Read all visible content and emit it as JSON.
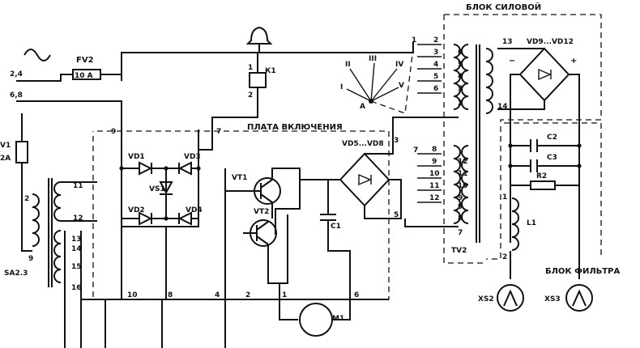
{
  "blocks": {
    "power_block": "БЛОК СИЛОВОЙ",
    "switch_board": "ПЛАТА ВКЛЮЧЕНИЯ",
    "filter_block": "БЛОК ФИЛЬТРА"
  },
  "components": {
    "fuse": "FV2",
    "fuse_rating": "10 А",
    "relay": "К1",
    "vd1": "VD1",
    "vd2": "VD2",
    "vd3": "VD3",
    "vd4": "VD4",
    "vs1": "VS1",
    "vd5_vd8": "VD5...VD8",
    "vd9_vd12": "VD9...VD12",
    "vt1": "VT1",
    "vt2": "VT2",
    "c1": "С1",
    "c2": "С2",
    "c3": "С3",
    "r2": "R2",
    "l1": "L1",
    "tv2": "TV2",
    "m1": "M1",
    "xs2": "XS2",
    "xs3": "XS3",
    "sa": "SA2.3",
    "v1": "V1",
    "a2": "2А"
  },
  "pins": {
    "p1": "1",
    "p2": "2",
    "p3": "3",
    "p4": "4",
    "p5": "5",
    "p6": "6",
    "p7": "7",
    "p8": "8",
    "p9": "9",
    "p10": "10",
    "p11": "11",
    "p12": "12",
    "p13": "13",
    "p14": "14",
    "p15": "15",
    "p16": "16",
    "p24": "2,4",
    "p68": "6,8",
    "sec_left": [
      "2",
      "3",
      "4",
      "5",
      "6",
      "3",
      "2"
    ],
    "sec_right": [
      "6",
      "5",
      "4",
      "3"
    ],
    "low_left": [
      "8",
      "9",
      "10",
      "11",
      "12",
      "9",
      "8",
      "7"
    ],
    "low_right": [
      "12",
      "11",
      "10",
      "9"
    ]
  },
  "switch_positions": [
    "II",
    "III",
    "IV",
    "I",
    "V",
    "A"
  ],
  "polarity": {
    "minus": "−",
    "plus": "+"
  }
}
